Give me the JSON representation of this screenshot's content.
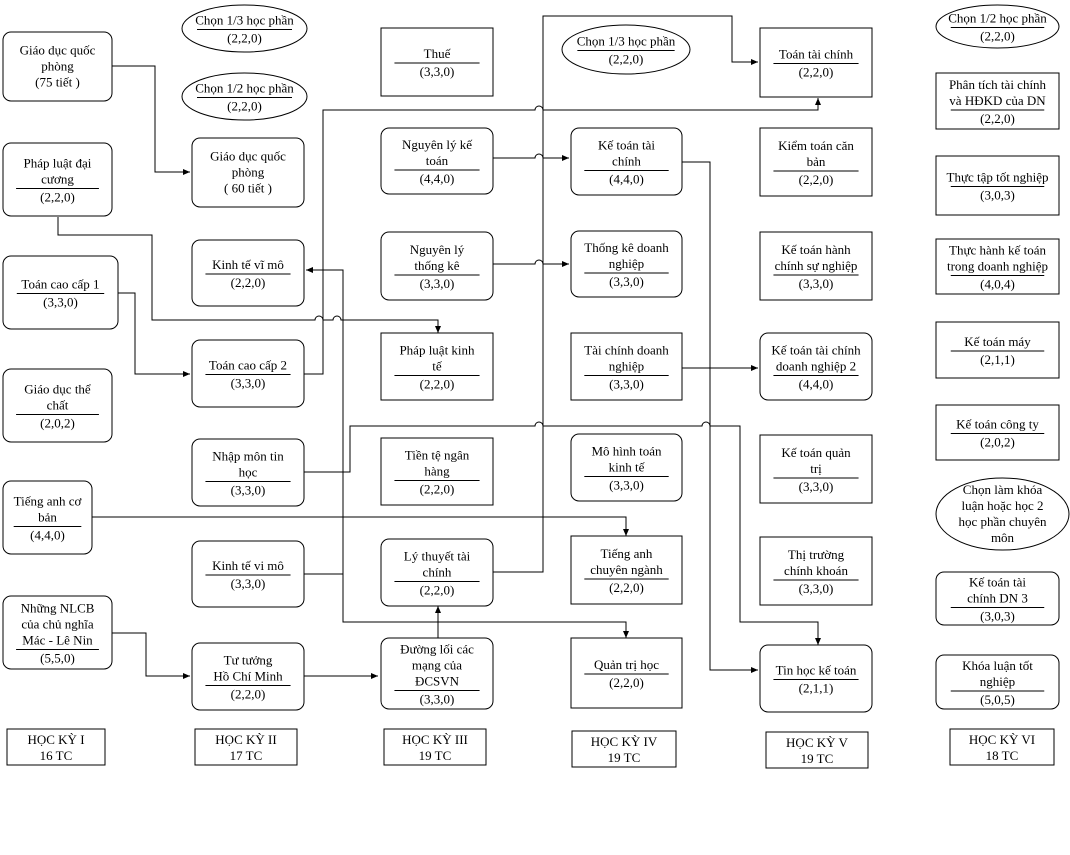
{
  "semesters": [
    {
      "id": "s1",
      "name": "HỌC KỲ I",
      "credits": "16 TC"
    },
    {
      "id": "s2",
      "name": "HỌC KỲ II",
      "credits": "17 TC"
    },
    {
      "id": "s3",
      "name": "HỌC KỲ III",
      "credits": "19 TC"
    },
    {
      "id": "s4",
      "name": "HỌC KỲ IV",
      "credits": "19 TC"
    },
    {
      "id": "s5",
      "name": "HỌC KỲ V",
      "credits": "19 TC"
    },
    {
      "id": "s6",
      "name": "HỌC KỲ VI",
      "credits": "18 TC"
    }
  ],
  "courses": [
    {
      "id": "gdqp75",
      "name": [
        "Giáo dục quốc",
        "phòng",
        "(75 tiết )"
      ],
      "credits": ""
    },
    {
      "id": "plđc",
      "name": [
        "Pháp luật đại",
        "cương"
      ],
      "credits": "(2,2,0)"
    },
    {
      "id": "tcc1",
      "name": [
        "Toán cao cấp 1"
      ],
      "credits": "(3,3,0)"
    },
    {
      "id": "gdtc",
      "name": [
        "Giáo dục thể",
        "chất"
      ],
      "credits": "(2,0,2)"
    },
    {
      "id": "tacb",
      "name": [
        "Tiếng anh cơ",
        "bản"
      ],
      "credits": "(4,4,0)"
    },
    {
      "id": "nlcb",
      "name": [
        "Những NLCB",
        "của chủ nghĩa",
        "Mác - Lê Nin"
      ],
      "credits": "(5,5,0)"
    },
    {
      "id": "opt13a",
      "name": [
        "Chọn 1/3 học phần"
      ],
      "credits": "(2,2,0)"
    },
    {
      "id": "opt12a",
      "name": [
        "Chọn 1/2 học phần"
      ],
      "credits": "(2,2,0)"
    },
    {
      "id": "gdqp60",
      "name": [
        "Giáo dục quốc",
        "phòng",
        "( 60 tiết )"
      ],
      "credits": ""
    },
    {
      "id": "ktvimo",
      "name": [
        "Kinh tế vĩ mô"
      ],
      "credits": "(2,2,0)"
    },
    {
      "id": "tcc2",
      "name": [
        "Toán cao cấp 2"
      ],
      "credits": "(3,3,0)"
    },
    {
      "id": "nmth",
      "name": [
        "Nhập môn tin",
        "học"
      ],
      "credits": "(3,3,0)"
    },
    {
      "id": "ktvimo2",
      "name": [
        "Kinh tế vi mô"
      ],
      "credits": "(3,3,0)"
    },
    {
      "id": "tthcm",
      "name": [
        "Tư tưởng",
        "Hồ Chí Minh"
      ],
      "credits": "(2,2,0)"
    },
    {
      "id": "thue",
      "name": [
        "Thuế"
      ],
      "credits": "(3,3,0)"
    },
    {
      "id": "nlkt",
      "name": [
        "Nguyên lý kế",
        "toán"
      ],
      "credits": "(4,4,0)"
    },
    {
      "id": "nltk",
      "name": [
        "Nguyên lý",
        "thống kê"
      ],
      "credits": "(3,3,0)"
    },
    {
      "id": "plkt",
      "name": [
        "Pháp luật kinh",
        "tế"
      ],
      "credits": "(2,2,0)"
    },
    {
      "id": "ttnh",
      "name": [
        "Tiền tệ ngân",
        "hàng"
      ],
      "credits": "(2,2,0)"
    },
    {
      "id": "lttc",
      "name": [
        "Lý thuyết tài",
        "chính"
      ],
      "credits": "(2,2,0)"
    },
    {
      "id": "dlcm",
      "name": [
        "Đường lối các",
        "mạng của",
        "ĐCSVN"
      ],
      "credits": "(3,3,0)"
    },
    {
      "id": "opt13b",
      "name": [
        "Chọn 1/3 học phần"
      ],
      "credits": "(2,2,0)"
    },
    {
      "id": "kttc",
      "name": [
        "Kế toán tài",
        "chính"
      ],
      "credits": "(4,4,0)"
    },
    {
      "id": "tkdn",
      "name": [
        "Thống kê doanh",
        "nghiệp"
      ],
      "credits": "(3,3,0)"
    },
    {
      "id": "tcdn",
      "name": [
        "Tài chính doanh",
        "nghiệp"
      ],
      "credits": "(3,3,0)"
    },
    {
      "id": "mhtkt",
      "name": [
        "Mô hình toán",
        "kinh tế"
      ],
      "credits": "(3,3,0)"
    },
    {
      "id": "tacn",
      "name": [
        "Tiếng anh",
        "chuyên ngành"
      ],
      "credits": "(2,2,0)"
    },
    {
      "id": "qth",
      "name": [
        "Quản trị học"
      ],
      "credits": "(2,2,0)"
    },
    {
      "id": "tctc",
      "name": [
        "Toán tài chính"
      ],
      "credits": "(2,2,0)"
    },
    {
      "id": "ktcb",
      "name": [
        "Kiểm toán căn",
        "bản"
      ],
      "credits": "(2,2,0)"
    },
    {
      "id": "kthcsn",
      "name": [
        "Kế toán hành",
        "chính sự nghiệp"
      ],
      "credits": "(3,3,0)"
    },
    {
      "id": "kttcdn2",
      "name": [
        "Kế toán tài chính",
        "doanh nghiệp 2"
      ],
      "credits": "(4,4,0)"
    },
    {
      "id": "ktqt",
      "name": [
        "Kế toán quản",
        "trị"
      ],
      "credits": "(3,3,0)"
    },
    {
      "id": "ttck",
      "name": [
        "Thị trường",
        "chính khoán"
      ],
      "credits": "(3,3,0)"
    },
    {
      "id": "thkt",
      "name": [
        "Tin học kế toán"
      ],
      "credits": "(2,1,1)"
    },
    {
      "id": "opt12b",
      "name": [
        "Chọn 1/2 học phần"
      ],
      "credits": "(2,2,0)"
    },
    {
      "id": "pttc",
      "name": [
        "Phân tích tài chính",
        "và  HĐKD của DN"
      ],
      "credits": "(2,2,0)"
    },
    {
      "id": "tttn",
      "name": [
        "Thực tập tốt nghiệp"
      ],
      "credits": "(3,0,3)"
    },
    {
      "id": "thkt2",
      "name": [
        "Thực hành kế toán",
        "trong doanh nghiệp"
      ],
      "credits": "(4,0,4)"
    },
    {
      "id": "ktm",
      "name": [
        "Kế toán máy"
      ],
      "credits": "(2,1,1)"
    },
    {
      "id": "ktct",
      "name": [
        "Kế toán công ty"
      ],
      "credits": "(2,0,2)"
    },
    {
      "id": "optkl",
      "name": [
        "Chọn làm khóa",
        "luận hoặc học 2",
        "học phần chuyên",
        "môn"
      ],
      "credits": ""
    },
    {
      "id": "kttcdn3",
      "name": [
        "Kế toán tài",
        "chính DN 3"
      ],
      "credits": "(3,0,3)"
    },
    {
      "id": "kltn",
      "name": [
        "Khóa luận tốt",
        "nghiệp"
      ],
      "credits": "(5,0,5)"
    }
  ]
}
